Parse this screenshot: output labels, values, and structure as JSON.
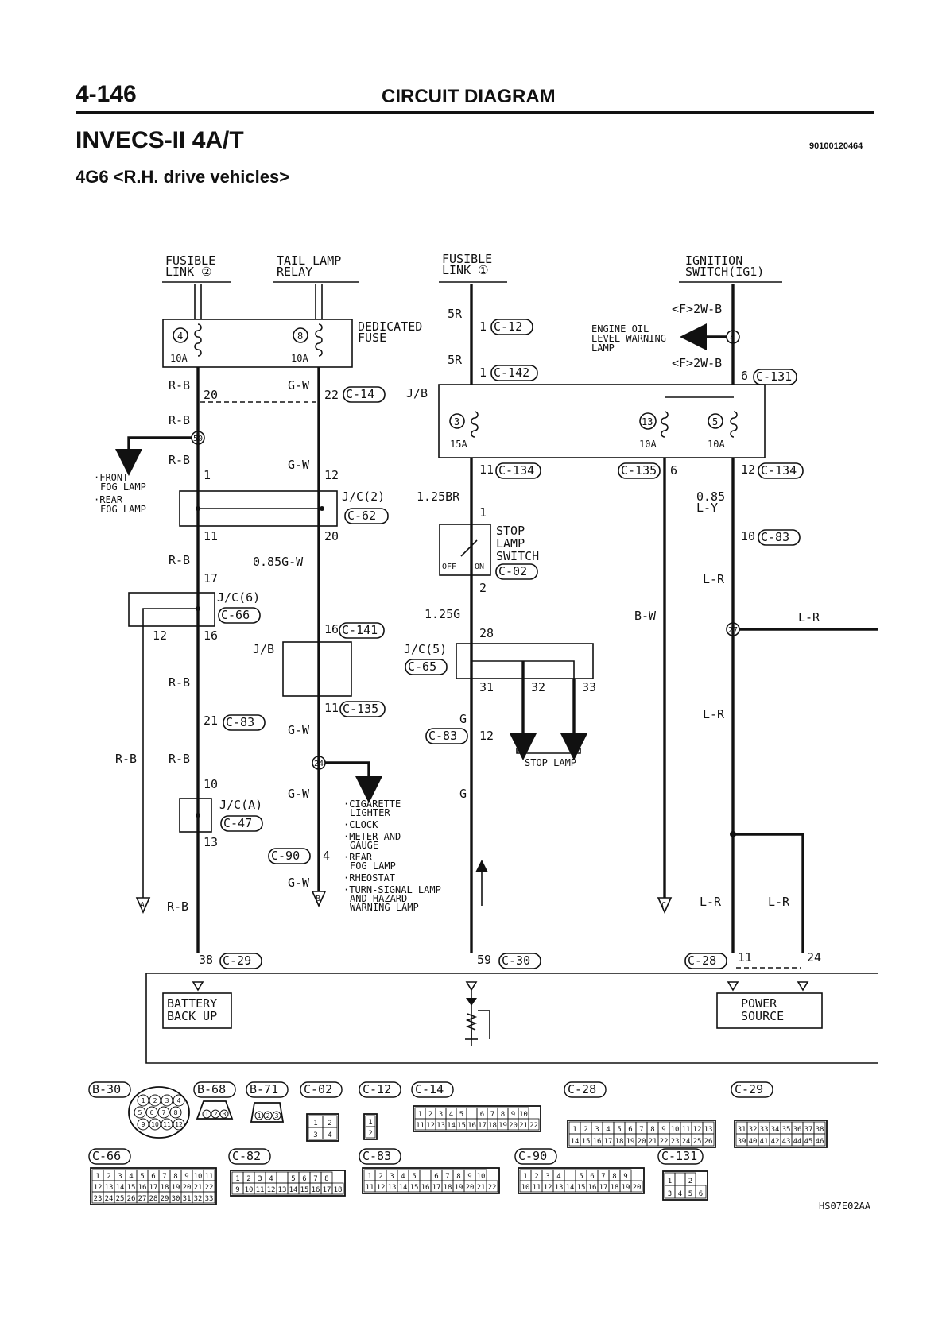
{
  "header": {
    "page_number": "4-146",
    "section_title": "CIRCUIT DIAGRAM",
    "title": "INVECS-II 4A/T",
    "doc_id": "90100120464",
    "subtitle": "4G6 <R.H. drive vehicles>"
  },
  "sources": {
    "fusible_link_2": [
      "FUSIBLE",
      "LINK ②"
    ],
    "tail_lamp_relay": [
      "TAIL LAMP",
      "RELAY"
    ],
    "fusible_link_1": [
      "FUSIBLE",
      "LINK ①"
    ],
    "ignition_switch": [
      "IGNITION",
      "SWITCH(IG1)"
    ]
  },
  "dedicated_fuse": {
    "label": [
      "DEDICATED",
      "FUSE"
    ],
    "fuse_4": {
      "num": "4",
      "amp": "10A"
    },
    "fuse_8": {
      "num": "8",
      "amp": "10A"
    }
  },
  "junction_block_top": {
    "label": "J/B",
    "fuse_3": {
      "num": "3",
      "amp": "15A"
    },
    "fuse_13": {
      "num": "13",
      "amp": "10A"
    },
    "fuse_5": {
      "num": "5",
      "amp": "10A"
    }
  },
  "connectors": {
    "c12": "C-12",
    "c142": "C-142",
    "c14": "C-14",
    "c131": "C-131",
    "c134": "C-134",
    "c135": "C-135",
    "c62": "C-62",
    "c83": "C-83",
    "c02": "C-02",
    "c66": "C-66",
    "c141": "C-141",
    "c65": "C-65",
    "c47": "C-47",
    "c90": "C-90",
    "c29": "C-29",
    "c30": "C-30",
    "c28": "C-28",
    "b30": "B-30",
    "b68": "B-68",
    "b71": "B-71",
    "c82": "C-82"
  },
  "wires": {
    "rb": "R-B",
    "gw": "G-W",
    "fivr": "5R",
    "f2wb": "<F>2W-B",
    "br125": "1.25BR",
    "ly085": "0.85",
    "ly": "L-Y",
    "lr": "L-R",
    "bw": "B-W",
    "g125": "1.25G",
    "g": "G",
    "gw085": "0.85G-W"
  },
  "pins": {
    "p1": "1",
    "p2": "2",
    "p4": "4",
    "p6": "6",
    "p10": "10",
    "p11": "11",
    "p12": "12",
    "p13": "13",
    "p16": "16",
    "p17": "17",
    "p20": "20",
    "p21": "21",
    "p22": "22",
    "p24": "24",
    "p28": "28",
    "p31": "31",
    "p32": "32",
    "p33": "33",
    "p38": "38",
    "p59": "59"
  },
  "splices": {
    "s50": "50",
    "s24": "24",
    "s4": "4",
    "s27": "27"
  },
  "junction_connectors": {
    "jc2": "J/C(2)",
    "jc6": "J/C(6)",
    "jc5": "J/C(5)",
    "jca": "J/C(A)",
    "jb": "J/B"
  },
  "fog_branch": [
    "·FRONT",
    "FOG LAMP",
    "·REAR",
    "FOG LAMP"
  ],
  "engine_oil": [
    "ENGINE OIL",
    "LEVEL WARNING",
    "LAMP"
  ],
  "stop_lamp_switch": {
    "label": [
      "STOP",
      "LAMP",
      "SWITCH"
    ],
    "off": "OFF",
    "on": "ON"
  },
  "stop_lamp": "STOP LAMP",
  "cig_list": [
    "·CIGARETTE",
    "LIGHTER",
    "·CLOCK",
    "·METER AND",
    "GAUGE",
    "·REAR",
    "FOG LAMP",
    "·RHEOSTAT",
    "·TURN-SIGNAL LAMP",
    "AND HAZARD",
    "WARNING LAMP"
  ],
  "offpage": {
    "a": "A",
    "b": "B",
    "c": "C"
  },
  "ecu": {
    "battery_backup": [
      "BATTERY",
      "BACK UP"
    ],
    "power_source": [
      "POWER",
      "SOURCE"
    ]
  },
  "connector_pins": {
    "b30_rows": [
      [
        "1",
        "2",
        "3",
        "4"
      ],
      [
        "5",
        "6",
        "7",
        "8"
      ],
      [
        "9",
        "10",
        "11",
        "12"
      ]
    ],
    "b68": [
      "1",
      "2",
      "3"
    ],
    "b71": [
      "1",
      "2",
      "3"
    ],
    "c02": [
      [
        "1",
        "2"
      ],
      [
        "3",
        "4"
      ]
    ],
    "c12": [
      "1",
      "2"
    ],
    "c14": [
      [
        "1",
        "2",
        "3",
        "4",
        "5",
        "",
        "6",
        "7",
        "8",
        "9",
        "10"
      ],
      [
        "11",
        "12",
        "13",
        "14",
        "15",
        "16",
        "17",
        "18",
        "19",
        "20",
        "21",
        "22"
      ]
    ],
    "c28": [
      [
        "1",
        "2",
        "3",
        "4",
        "5",
        "6",
        "7",
        "8",
        "9",
        "10",
        "11",
        "12",
        "13"
      ],
      [
        "14",
        "15",
        "16",
        "17",
        "18",
        "19",
        "20",
        "21",
        "22",
        "23",
        "24",
        "25",
        "26"
      ]
    ],
    "c29": [
      [
        "31",
        "32",
        "33",
        "34",
        "35",
        "36",
        "37",
        "38"
      ],
      [
        "39",
        "40",
        "41",
        "42",
        "43",
        "44",
        "45",
        "46"
      ]
    ],
    "c66": [
      [
        "1",
        "2",
        "3",
        "4",
        "5",
        "6",
        "7",
        "8",
        "9",
        "10",
        "11"
      ],
      [
        "12",
        "13",
        "14",
        "15",
        "16",
        "17",
        "18",
        "19",
        "20",
        "21",
        "22"
      ],
      [
        "23",
        "24",
        "25",
        "26",
        "27",
        "28",
        "29",
        "30",
        "31",
        "32",
        "33"
      ]
    ],
    "c82": [
      [
        "1",
        "2",
        "3",
        "4",
        "",
        "5",
        "6",
        "7",
        "8"
      ],
      [
        "9",
        "10",
        "11",
        "12",
        "13",
        "14",
        "15",
        "16",
        "17",
        "18"
      ]
    ],
    "c83": [
      [
        "1",
        "2",
        "3",
        "4",
        "5",
        "",
        "6",
        "7",
        "8",
        "9",
        "10"
      ],
      [
        "11",
        "12",
        "13",
        "14",
        "15",
        "16",
        "17",
        "18",
        "19",
        "20",
        "21",
        "22"
      ]
    ],
    "c90": [
      [
        "1",
        "2",
        "3",
        "4",
        "",
        "5",
        "6",
        "7",
        "8",
        "9"
      ],
      [
        "10",
        "11",
        "12",
        "13",
        "14",
        "15",
        "16",
        "17",
        "18",
        "19",
        "20"
      ]
    ],
    "c131": [
      [
        "1",
        "",
        "2"
      ],
      [
        "3",
        "4",
        "5",
        "6"
      ]
    ]
  },
  "figure_code": "HS07E02AA"
}
